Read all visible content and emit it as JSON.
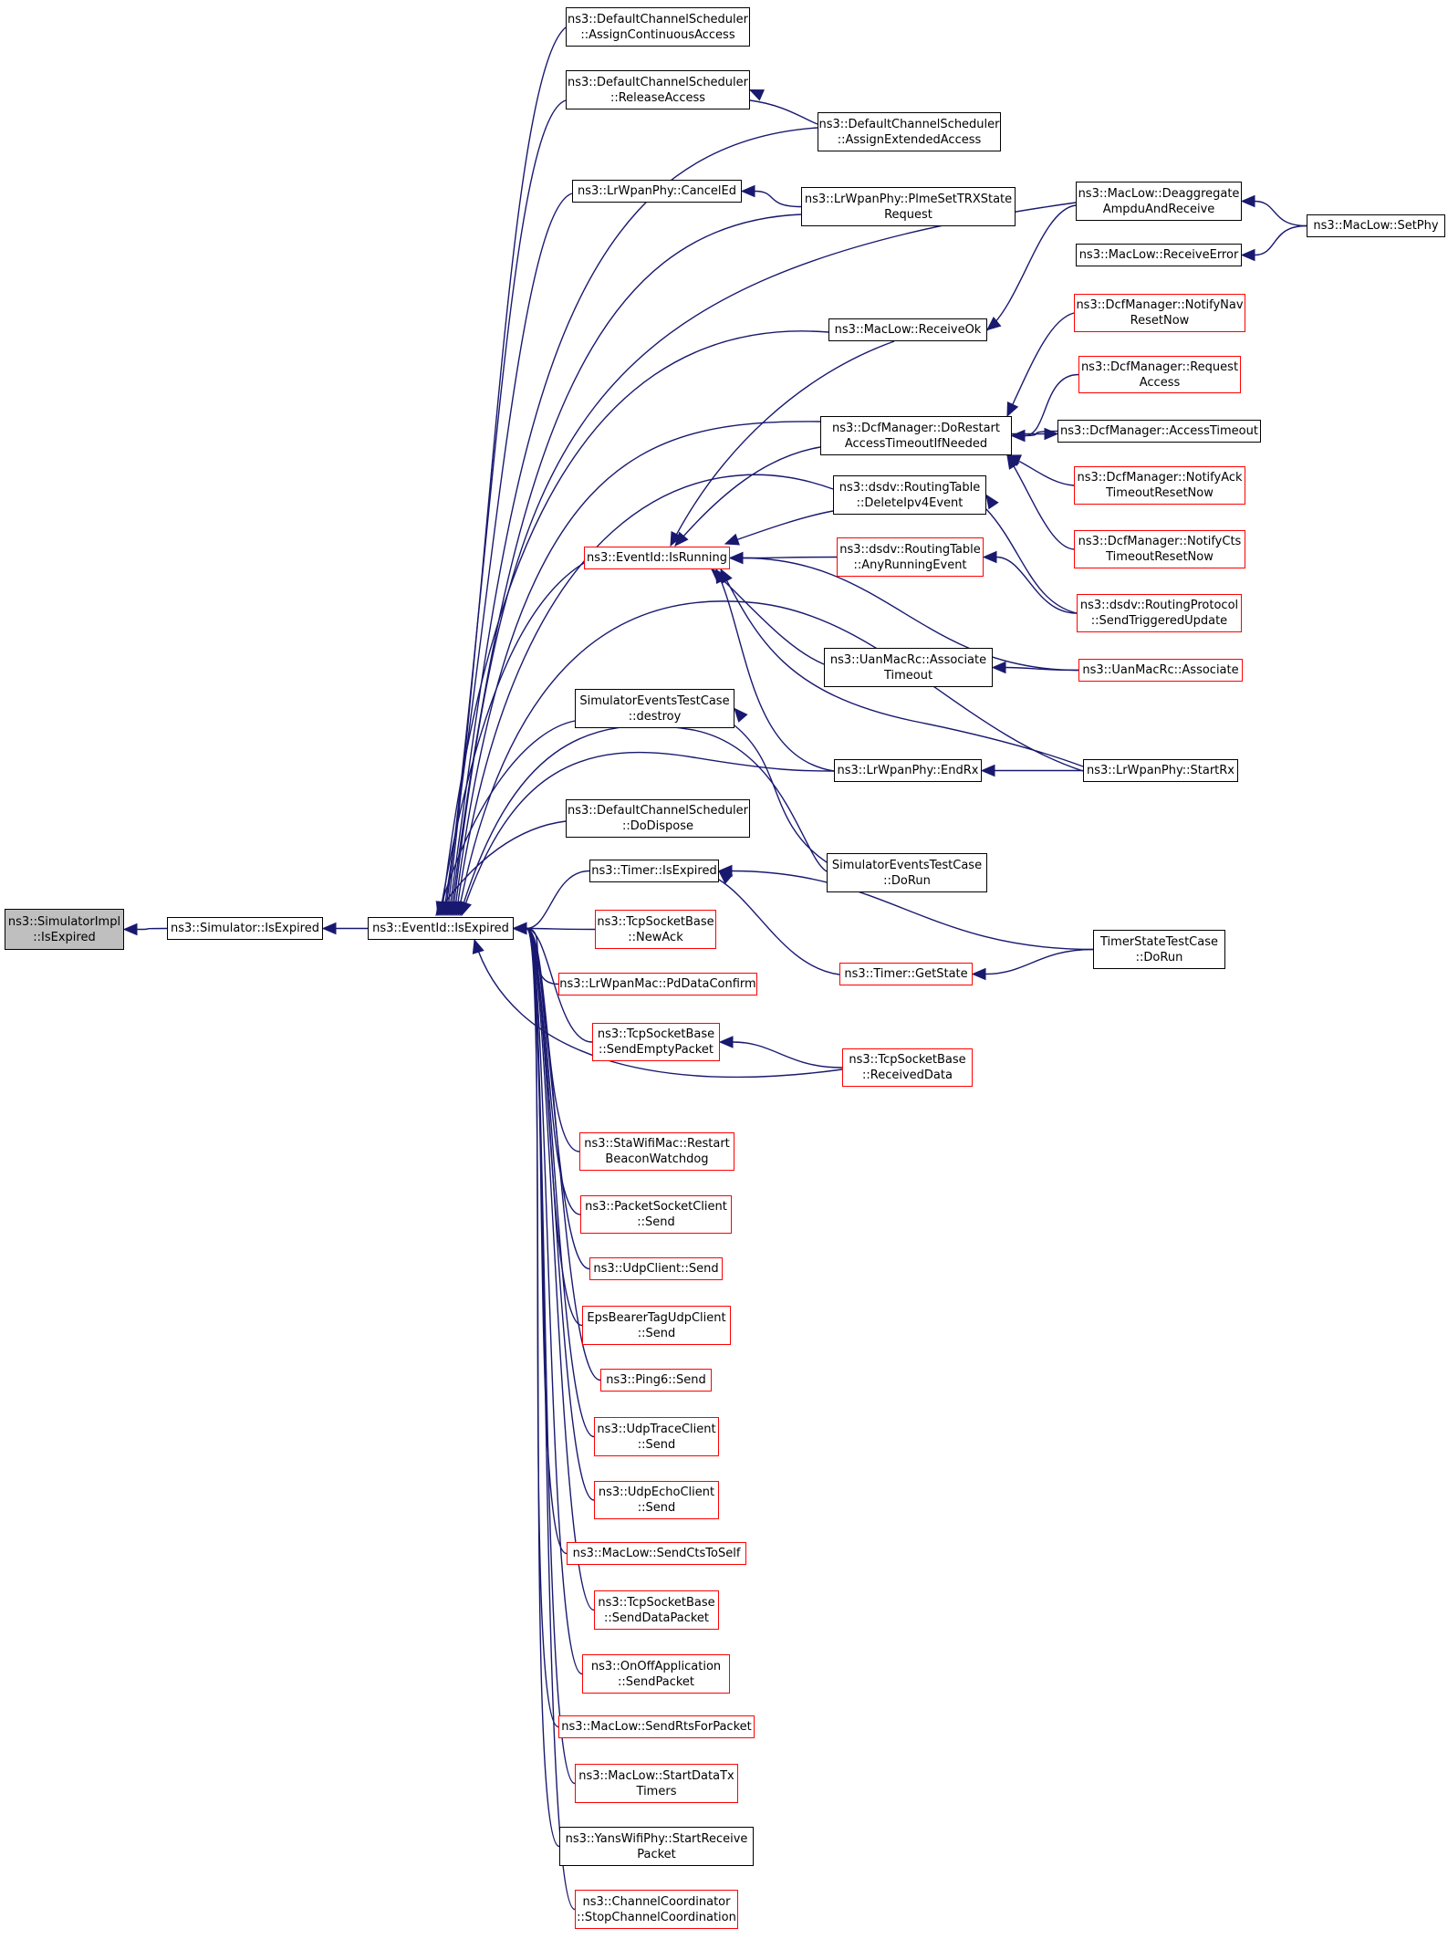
{
  "graph": {
    "type": "call-graph",
    "direction": "callers-to-the-right",
    "colors": {
      "edge": "#191970",
      "node_border": "#000000",
      "truncated_border": "#ff0000",
      "focus_fill": "#bfbfbf"
    },
    "nodes": [
      {
        "id": "simimpl",
        "label": "ns3::SimulatorImpl\n::IsExpired",
        "style": "focus"
      },
      {
        "id": "sim",
        "label": "ns3::Simulator::IsExpired",
        "style": "normal"
      },
      {
        "id": "ev",
        "label": "ns3::EventId::IsExpired",
        "style": "normal"
      },
      {
        "id": "dcs_aca",
        "label": "ns3::DefaultChannelScheduler\n::AssignContinuousAccess",
        "style": "normal"
      },
      {
        "id": "dcs_ra",
        "label": "ns3::DefaultChannelScheduler\n::ReleaseAccess",
        "style": "normal"
      },
      {
        "id": "dcs_aea",
        "label": "ns3::DefaultChannelScheduler\n::AssignExtendedAccess",
        "style": "normal"
      },
      {
        "id": "lr_ce",
        "label": "ns3::LrWpanPhy::CancelEd",
        "style": "normal"
      },
      {
        "id": "lr_plme",
        "label": "ns3::LrWpanPhy::PlmeSetTRXState\nRequest",
        "style": "normal"
      },
      {
        "id": "ml_deagg",
        "label": "ns3::MacLow::Deaggregate\nAmpduAndReceive",
        "style": "normal"
      },
      {
        "id": "ml_setphy",
        "label": "ns3::MacLow::SetPhy",
        "style": "normal"
      },
      {
        "id": "ml_recerr",
        "label": "ns3::MacLow::ReceiveError",
        "style": "normal"
      },
      {
        "id": "ml_recok",
        "label": "ns3::MacLow::ReceiveOk",
        "style": "normal"
      },
      {
        "id": "dcf_nav",
        "label": "ns3::DcfManager::NotifyNav\nResetNow",
        "style": "truncated"
      },
      {
        "id": "dcf_req",
        "label": "ns3::DcfManager::Request\nAccess",
        "style": "truncated"
      },
      {
        "id": "dcf_dorestart",
        "label": "ns3::DcfManager::DoRestart\nAccessTimeoutIfNeeded",
        "style": "normal"
      },
      {
        "id": "dcf_at",
        "label": "ns3::DcfManager::AccessTimeout",
        "style": "normal"
      },
      {
        "id": "dcf_ack",
        "label": "ns3::DcfManager::NotifyAck\nTimeoutResetNow",
        "style": "truncated"
      },
      {
        "id": "dcf_cts",
        "label": "ns3::DcfManager::NotifyCts\nTimeoutResetNow",
        "style": "truncated"
      },
      {
        "id": "rt_del",
        "label": "ns3::dsdv::RoutingTable\n::DeleteIpv4Event",
        "style": "normal"
      },
      {
        "id": "ev_isrun",
        "label": "ns3::EventId::IsRunning",
        "style": "truncated"
      },
      {
        "id": "rt_any",
        "label": "ns3::dsdv::RoutingTable\n::AnyRunningEvent",
        "style": "truncated"
      },
      {
        "id": "rp_stu",
        "label": "ns3::dsdv::RoutingProtocol\n::SendTriggeredUpdate",
        "style": "truncated"
      },
      {
        "id": "uan_at",
        "label": "ns3::UanMacRc::Associate\nTimeout",
        "style": "normal"
      },
      {
        "id": "uan_assoc",
        "label": "ns3::UanMacRc::Associate",
        "style": "truncated"
      },
      {
        "id": "sim_destroy",
        "label": "SimulatorEventsTestCase\n::destroy",
        "style": "normal"
      },
      {
        "id": "lr_endrx",
        "label": "ns3::LrWpanPhy::EndRx",
        "style": "normal"
      },
      {
        "id": "lr_startrx",
        "label": "ns3::LrWpanPhy::StartRx",
        "style": "normal"
      },
      {
        "id": "dcs_dispose",
        "label": "ns3::DefaultChannelScheduler\n::DoDispose",
        "style": "normal"
      },
      {
        "id": "sim_dorun",
        "label": "SimulatorEventsTestCase\n::DoRun",
        "style": "normal"
      },
      {
        "id": "timer_exp",
        "label": "ns3::Timer::IsExpired",
        "style": "normal"
      },
      {
        "id": "timer_test",
        "label": "TimerStateTestCase\n::DoRun",
        "style": "normal"
      },
      {
        "id": "tcp_newack",
        "label": "ns3::TcpSocketBase\n::NewAck",
        "style": "truncated"
      },
      {
        "id": "timer_gs",
        "label": "ns3::Timer::GetState",
        "style": "truncated"
      },
      {
        "id": "lrmac_pd",
        "label": "ns3::LrWpanMac::PdDataConfirm",
        "style": "truncated"
      },
      {
        "id": "tcp_sep",
        "label": "ns3::TcpSocketBase\n::SendEmptyPacket",
        "style": "truncated"
      },
      {
        "id": "tcp_rd",
        "label": "ns3::TcpSocketBase\n::ReceivedData",
        "style": "truncated"
      },
      {
        "id": "sta_rb",
        "label": "ns3::StaWifiMac::Restart\nBeaconWatchdog",
        "style": "truncated"
      },
      {
        "id": "psc_send",
        "label": "ns3::PacketSocketClient\n::Send",
        "style": "truncated"
      },
      {
        "id": "udpc_send",
        "label": "ns3::UdpClient::Send",
        "style": "truncated"
      },
      {
        "id": "eps_send",
        "label": "EpsBearerTagUdpClient\n::Send",
        "style": "truncated"
      },
      {
        "id": "ping6",
        "label": "ns3::Ping6::Send",
        "style": "truncated"
      },
      {
        "id": "udptrace",
        "label": "ns3::UdpTraceClient\n::Send",
        "style": "truncated"
      },
      {
        "id": "udpecho",
        "label": "ns3::UdpEchoClient\n::Send",
        "style": "truncated"
      },
      {
        "id": "ml_cts",
        "label": "ns3::MacLow::SendCtsToSelf",
        "style": "truncated"
      },
      {
        "id": "tcp_sdp",
        "label": "ns3::TcpSocketBase\n::SendDataPacket",
        "style": "truncated"
      },
      {
        "id": "onoff",
        "label": "ns3::OnOffApplication\n::SendPacket",
        "style": "truncated"
      },
      {
        "id": "ml_rts",
        "label": "ns3::MacLow::SendRtsForPacket",
        "style": "truncated"
      },
      {
        "id": "ml_sdt",
        "label": "ns3::MacLow::StartDataTx\nTimers",
        "style": "truncated"
      },
      {
        "id": "yans",
        "label": "ns3::YansWifiPhy::StartReceive\nPacket",
        "style": "normal"
      },
      {
        "id": "chcoord",
        "label": "ns3::ChannelCoordinator\n::StopChannelCoordination",
        "style": "truncated"
      }
    ],
    "edges": [
      [
        "simimpl",
        "sim"
      ],
      [
        "sim",
        "ev"
      ],
      [
        "ev",
        "dcs_aca"
      ],
      [
        "ev",
        "dcs_ra"
      ],
      [
        "ev",
        "dcs_aea"
      ],
      [
        "dcs_ra",
        "dcs_aea"
      ],
      [
        "ev",
        "lr_ce"
      ],
      [
        "ev",
        "lr_plme"
      ],
      [
        "lr_ce",
        "lr_plme"
      ],
      [
        "ev",
        "ml_deagg"
      ],
      [
        "ml_deagg",
        "ml_setphy"
      ],
      [
        "ml_recerr",
        "ml_setphy"
      ],
      [
        "ev",
        "ml_recok"
      ],
      [
        "ml_recok",
        "ml_deagg"
      ],
      [
        "ev",
        "dcf_dorestart"
      ],
      [
        "dcf_dorestart",
        "dcf_nav"
      ],
      [
        "dcf_dorestart",
        "dcf_req"
      ],
      [
        "dcf_dorestart",
        "dcf_at"
      ],
      [
        "dcf_at",
        "dcf_dorestart"
      ],
      [
        "dcf_dorestart",
        "dcf_ack"
      ],
      [
        "dcf_dorestart",
        "dcf_cts"
      ],
      [
        "ev",
        "rt_del"
      ],
      [
        "ev",
        "ev_isrun"
      ],
      [
        "ev_isrun",
        "ml_recok"
      ],
      [
        "ev_isrun",
        "dcf_dorestart"
      ],
      [
        "ev_isrun",
        "rt_del"
      ],
      [
        "ev_isrun",
        "rt_any"
      ],
      [
        "ev_isrun",
        "uan_assoc"
      ],
      [
        "ev_isrun",
        "uan_at"
      ],
      [
        "ev_isrun",
        "lr_endrx"
      ],
      [
        "ev_isrun",
        "lr_startrx"
      ],
      [
        "rt_any",
        "rp_stu"
      ],
      [
        "rt_del",
        "rp_stu"
      ],
      [
        "uan_at",
        "uan_assoc"
      ],
      [
        "ev",
        "lr_startrx"
      ],
      [
        "ev",
        "sim_destroy"
      ],
      [
        "sim_destroy",
        "sim_dorun"
      ],
      [
        "ev",
        "sim_dorun"
      ],
      [
        "ev",
        "lr_endrx"
      ],
      [
        "lr_endrx",
        "lr_startrx"
      ],
      [
        "ev",
        "dcs_dispose"
      ],
      [
        "ev",
        "timer_exp"
      ],
      [
        "timer_exp",
        "timer_test"
      ],
      [
        "timer_exp",
        "timer_gs"
      ],
      [
        "timer_gs",
        "timer_test"
      ],
      [
        "ev",
        "tcp_newack"
      ],
      [
        "ev",
        "lrmac_pd"
      ],
      [
        "ev",
        "tcp_sep"
      ],
      [
        "tcp_sep",
        "tcp_rd"
      ],
      [
        "ev",
        "tcp_rd"
      ],
      [
        "ev",
        "sta_rb"
      ],
      [
        "ev",
        "psc_send"
      ],
      [
        "ev",
        "udpc_send"
      ],
      [
        "ev",
        "eps_send"
      ],
      [
        "ev",
        "ping6"
      ],
      [
        "ev",
        "udptrace"
      ],
      [
        "ev",
        "udpecho"
      ],
      [
        "ev",
        "ml_cts"
      ],
      [
        "ev",
        "tcp_sdp"
      ],
      [
        "ev",
        "onoff"
      ],
      [
        "ev",
        "ml_rts"
      ],
      [
        "ev",
        "ml_sdt"
      ],
      [
        "ev",
        "yans"
      ],
      [
        "ev",
        "chcoord"
      ]
    ]
  }
}
